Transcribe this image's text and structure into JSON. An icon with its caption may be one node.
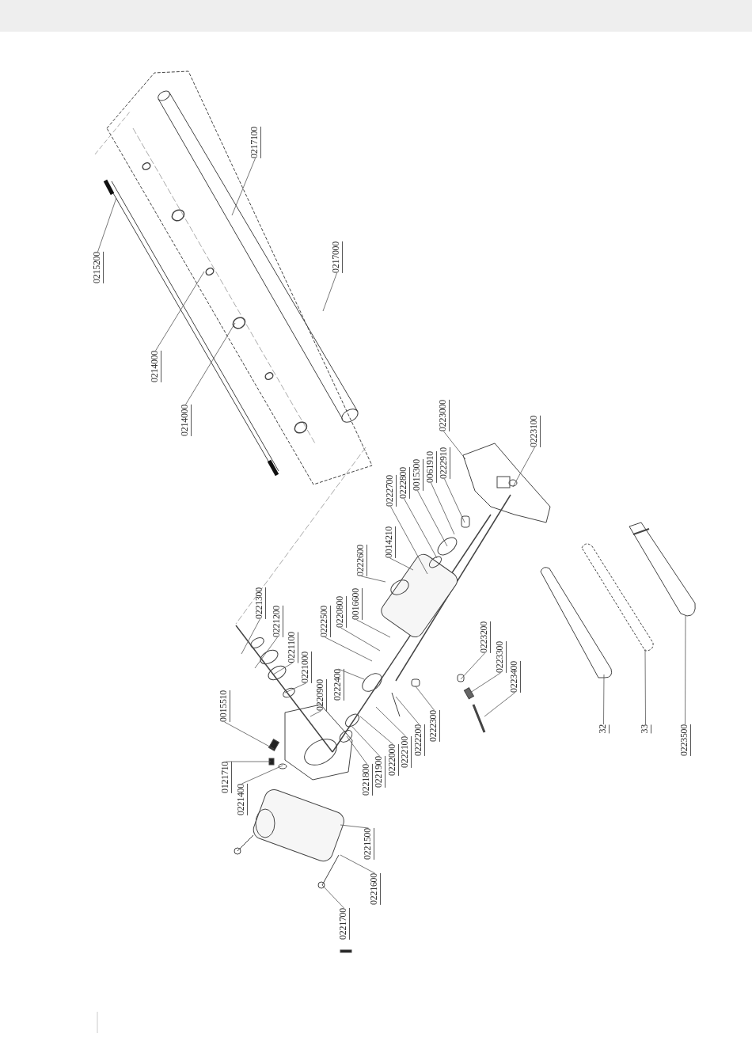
{
  "diagram": {
    "nodes": [
      {
        "text": [
          "0215200"
        ]
      },
      {
        "text": [
          "0214000"
        ]
      },
      {
        "text": [
          "0214000"
        ]
      },
      {
        "text": [
          "0217100"
        ]
      },
      {
        "text": [
          "0217000"
        ]
      },
      {
        "text": [
          "0015510"
        ]
      },
      {
        "text": [
          "0121710"
        ]
      },
      {
        "text": [
          "0221400"
        ]
      },
      {
        "text": [
          "0221500"
        ]
      },
      {
        "text": [
          "0221600"
        ]
      },
      {
        "text": [
          "0221700"
        ]
      },
      {
        "text": [
          "0221300"
        ]
      },
      {
        "text": [
          "0221200"
        ]
      },
      {
        "text": [
          "0221100"
        ]
      },
      {
        "text": [
          "0221000"
        ]
      },
      {
        "text": [
          "0220900"
        ]
      },
      {
        "text": [
          "0222500"
        ]
      },
      {
        "text": [
          "0220800"
        ]
      },
      {
        "text": [
          "0016600"
        ]
      },
      {
        "text": [
          "0222600"
        ]
      },
      {
        "text": [
          "0222400"
        ]
      },
      {
        "text": [
          "0221800"
        ]
      },
      {
        "text": [
          "0221900"
        ]
      },
      {
        "text": [
          "0222000"
        ]
      },
      {
        "text": [
          "0222100"
        ]
      },
      {
        "text": [
          "0222200"
        ]
      },
      {
        "text": [
          "0222300"
        ]
      },
      {
        "text": [
          "0014210"
        ]
      },
      {
        "text": [
          "0222700"
        ]
      },
      {
        "text": [
          "0222800"
        ]
      },
      {
        "text": [
          "0015300"
        ]
      },
      {
        "text": [
          "0061910"
        ]
      },
      {
        "text": [
          "0222910"
        ]
      },
      {
        "text": [
          "0223000"
        ]
      },
      {
        "text": [
          "0223100"
        ]
      },
      {
        "text": [
          "0223200"
        ]
      },
      {
        "text": [
          "0223300"
        ]
      },
      {
        "text": [
          "0223400"
        ]
      },
      {
        "text": [
          "32"
        ]
      },
      {
        "text": [
          "33"
        ]
      },
      {
        "text": [
          "0223500"
        ]
      }
    ],
    "edges": [
      {
        "from": 0,
        "to": null,
        "arrow": "none"
      },
      {
        "from": 1,
        "to": null,
        "arrow": "none"
      },
      {
        "from": 2,
        "to": null,
        "arrow": "none"
      },
      {
        "from": 3,
        "to": null,
        "arrow": "none"
      },
      {
        "from": 4,
        "to": null,
        "arrow": "none"
      },
      {
        "from": 5,
        "to": null,
        "arrow": "none"
      },
      {
        "from": 6,
        "to": null,
        "arrow": "none"
      },
      {
        "from": 7,
        "to": null,
        "arrow": "none"
      },
      {
        "from": 8,
        "to": null,
        "arrow": "none"
      },
      {
        "from": 9,
        "to": null,
        "arrow": "none"
      },
      {
        "from": 10,
        "to": null,
        "arrow": "none"
      },
      {
        "from": 11,
        "to": null,
        "arrow": "none"
      },
      {
        "from": 12,
        "to": null,
        "arrow": "none"
      },
      {
        "from": 13,
        "to": null,
        "arrow": "none"
      },
      {
        "from": 14,
        "to": null,
        "arrow": "none"
      },
      {
        "from": 15,
        "to": null,
        "arrow": "none"
      },
      {
        "from": 16,
        "to": null,
        "arrow": "none"
      },
      {
        "from": 17,
        "to": null,
        "arrow": "none"
      },
      {
        "from": 18,
        "to": null,
        "arrow": "none"
      },
      {
        "from": 19,
        "to": null,
        "arrow": "none"
      },
      {
        "from": 20,
        "to": null,
        "arrow": "none"
      },
      {
        "from": 21,
        "to": null,
        "arrow": "none"
      },
      {
        "from": 22,
        "to": null,
        "arrow": "none"
      },
      {
        "from": 23,
        "to": null,
        "arrow": "none"
      },
      {
        "from": 24,
        "to": null,
        "arrow": "none"
      },
      {
        "from": 25,
        "to": null,
        "arrow": "none"
      },
      {
        "from": 26,
        "to": null,
        "arrow": "none"
      },
      {
        "from": 27,
        "to": null,
        "arrow": "none"
      },
      {
        "from": 28,
        "to": null,
        "arrow": "none"
      },
      {
        "from": 29,
        "to": null,
        "arrow": "none"
      },
      {
        "from": 30,
        "to": null,
        "arrow": "none"
      },
      {
        "from": 31,
        "to": null,
        "arrow": "none"
      },
      {
        "from": 32,
        "to": null,
        "arrow": "none"
      },
      {
        "from": 33,
        "to": null,
        "arrow": "none"
      },
      {
        "from": 34,
        "to": null,
        "arrow": "none"
      },
      {
        "from": 35,
        "to": null,
        "arrow": "none"
      },
      {
        "from": 36,
        "to": null,
        "arrow": "none"
      },
      {
        "from": 37,
        "to": null,
        "arrow": "none"
      },
      {
        "from": 38,
        "to": null,
        "arrow": "none"
      },
      {
        "from": 39,
        "to": null,
        "arrow": "none"
      },
      {
        "from": 40,
        "to": null,
        "arrow": "none"
      }
    ]
  }
}
